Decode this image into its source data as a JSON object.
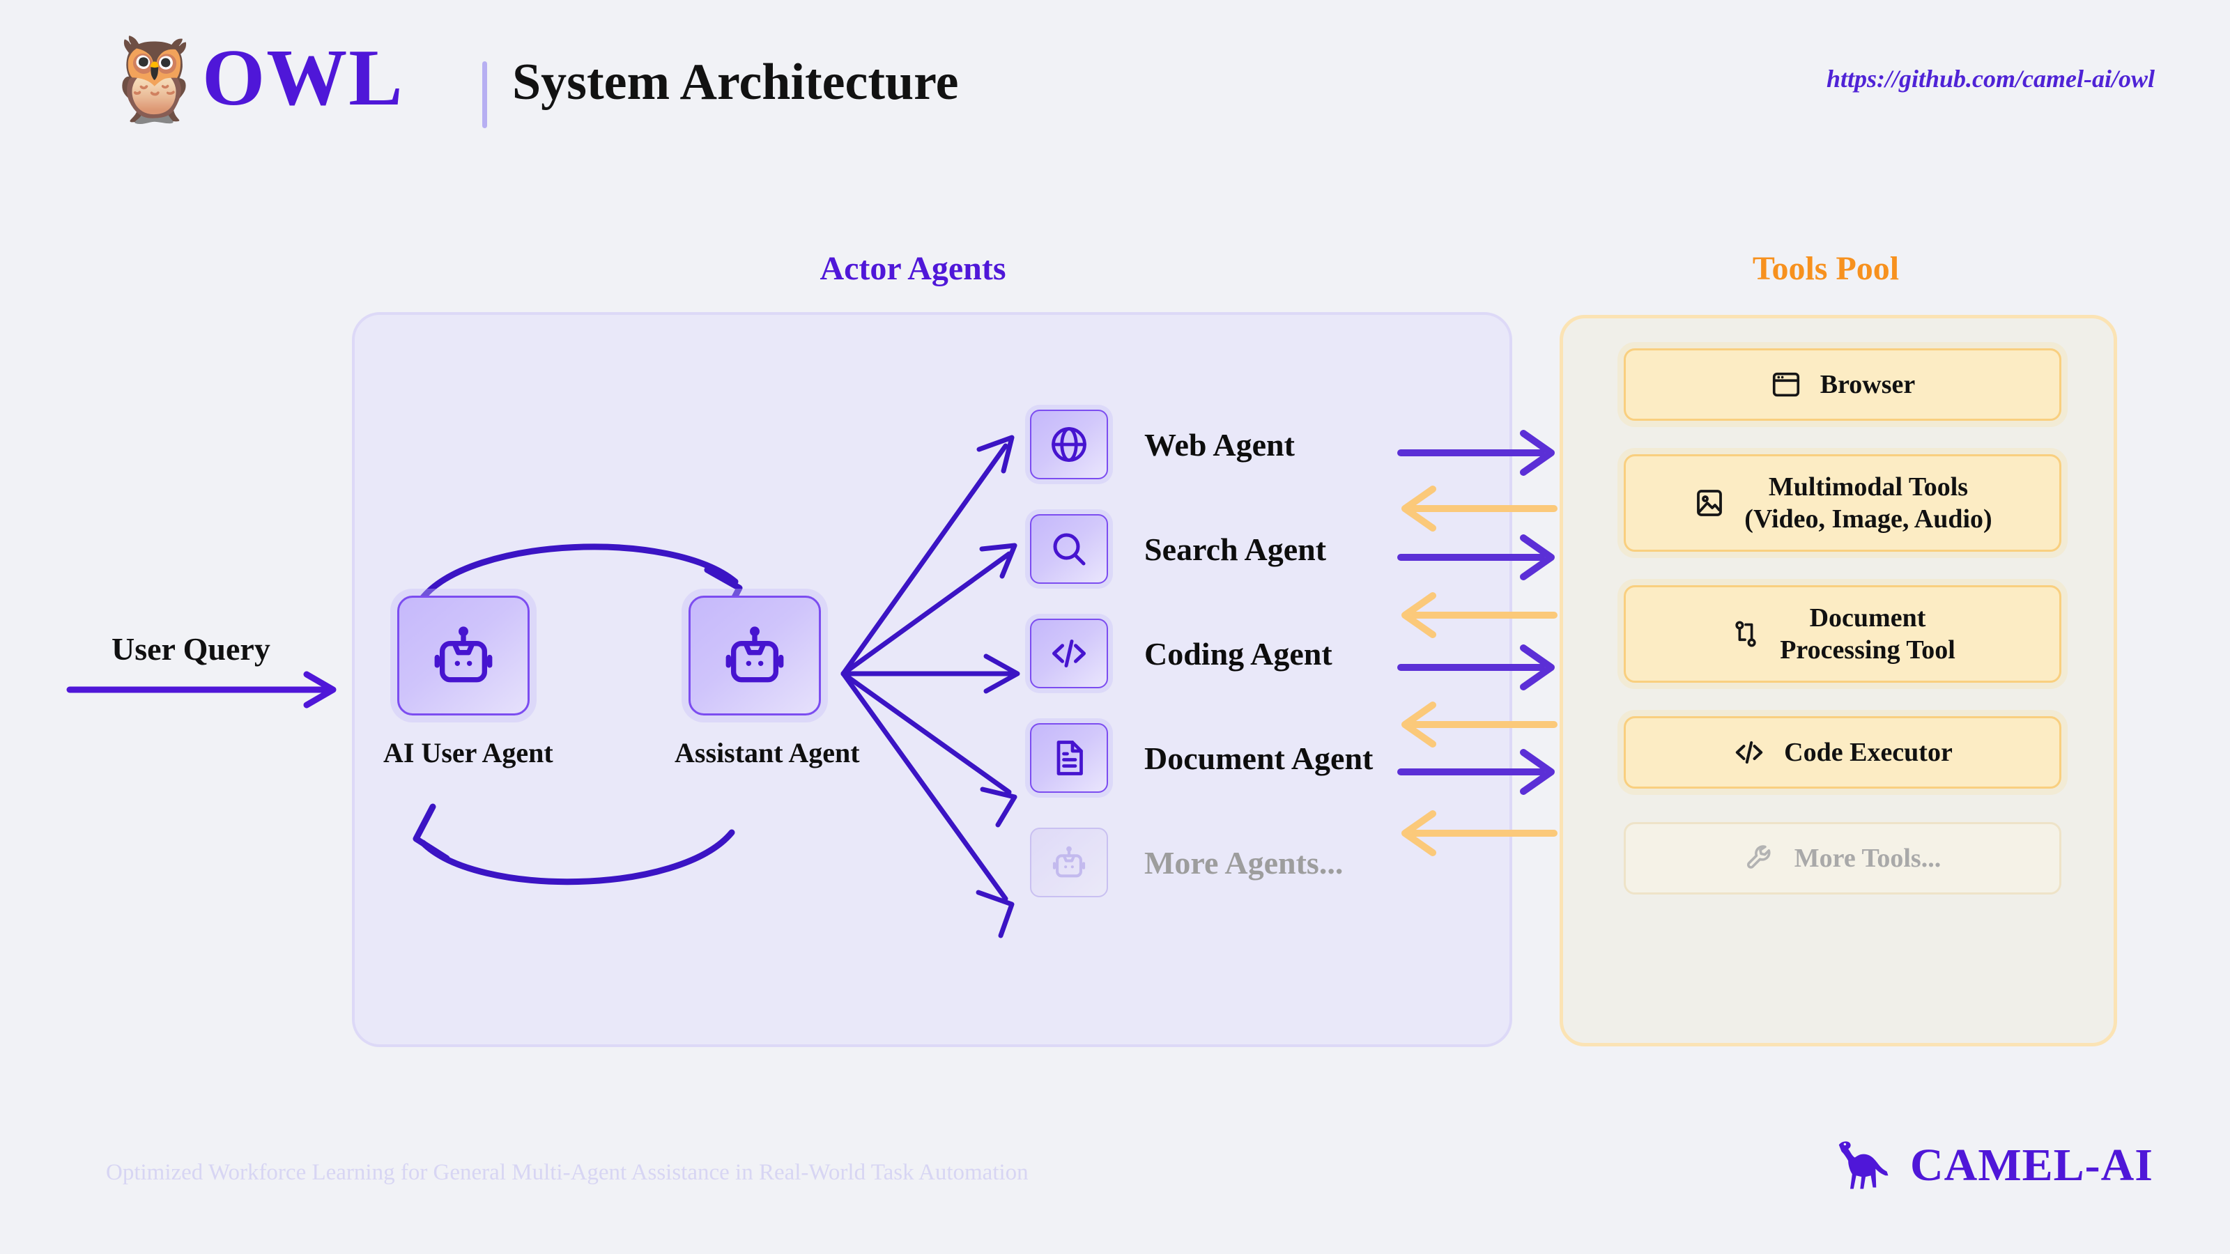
{
  "header": {
    "logo_icon": "owl-emoji",
    "brand": "OWL",
    "title": "System Architecture",
    "repo_url": "https://github.com/camel-ai/owl"
  },
  "sections": {
    "actor_agents_title": "Actor Agents",
    "tools_pool_title": "Tools Pool"
  },
  "flow": {
    "user_query_label": "User Query"
  },
  "loop": {
    "ai_user_agent": "AI User Agent",
    "assistant_agent": "Assistant Agent",
    "ai_user_icon": "robot-icon",
    "assistant_icon": "robot-icon"
  },
  "agents": [
    {
      "label": "Web Agent",
      "icon": "globe-icon",
      "muted": false
    },
    {
      "label": "Search Agent",
      "icon": "search-icon",
      "muted": false
    },
    {
      "label": "Coding Agent",
      "icon": "code-icon",
      "muted": false
    },
    {
      "label": "Document Agent",
      "icon": "document-icon",
      "muted": false
    },
    {
      "label": "More Agents...",
      "icon": "robot-icon",
      "muted": true
    }
  ],
  "tools": [
    {
      "label": "Browser",
      "icon": "browser-window-icon",
      "muted": false
    },
    {
      "label": "Multimodal Tools\n(Video, Image, Audio)",
      "icon": "image-icon",
      "muted": false
    },
    {
      "label": "Document\nProcessing Tool",
      "icon": "git-branch-icon",
      "muted": false
    },
    {
      "label": "Code Executor",
      "icon": "code-icon",
      "muted": false
    },
    {
      "label": "More Tools...",
      "icon": "wrench-icon",
      "muted": true
    }
  ],
  "footer": {
    "tagline": "Optimized Workforce Learning for General Multi-Agent Assistance in Real-World Task Automation",
    "brand": "CAMEL-AI",
    "brand_icon": "camel-icon"
  },
  "colors": {
    "purple": "#4f17d8",
    "arrow_purple": "#5b2fd6",
    "orange": "#f7911e",
    "arrow_orange": "#fbc97a",
    "background": "#f1f2f6",
    "actor_panel": "#e9e8f9",
    "tools_panel": "#f0efe9",
    "tool_card": "#fcecc4"
  }
}
